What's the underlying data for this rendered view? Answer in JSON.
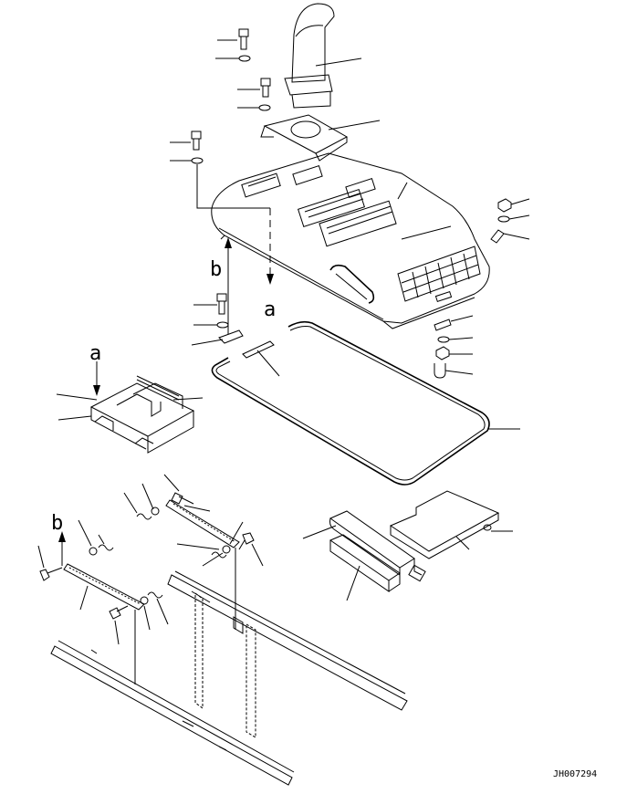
{
  "diagram": {
    "drawing_code": "JH007294",
    "view_labels": {
      "a": "a",
      "b": "b"
    }
  }
}
